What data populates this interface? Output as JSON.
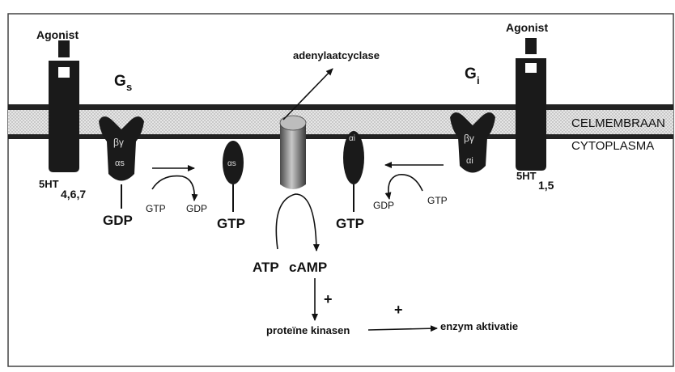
{
  "labels": {
    "agonist_left": "Agonist",
    "agonist_right": "Agonist",
    "gs_main": "G",
    "gs_sub": "s",
    "gi_main": "G",
    "gi_sub": "i",
    "adenylate_cyclase": "adenylaatcyclase",
    "cell_membrane": "CELMEMBRAAN",
    "cytoplasm": "CYTOPLASMA",
    "receptor_left_main": "5HT",
    "receptor_left_sub": "4,6,7",
    "receptor_right_main": "5HT",
    "receptor_right_sub": "1,5",
    "beta_gamma": "βγ",
    "alpha_s": "αs",
    "alpha_i": "αi",
    "gdp_left": "GDP",
    "gtp_left_small": "GTP",
    "gdp_left_small": "GDP",
    "gtp_alpha_s": "GTP",
    "gtp_alpha_i": "GTP",
    "gdp_right_small": "GDP",
    "gtp_right_small": "GTP",
    "atp": "ATP",
    "camp": "cAMP",
    "plus_1": "+",
    "plus_2": "+",
    "protein_kinases": "proteïne kinasen",
    "enzyme_activation": "enzym aktivatie"
  }
}
